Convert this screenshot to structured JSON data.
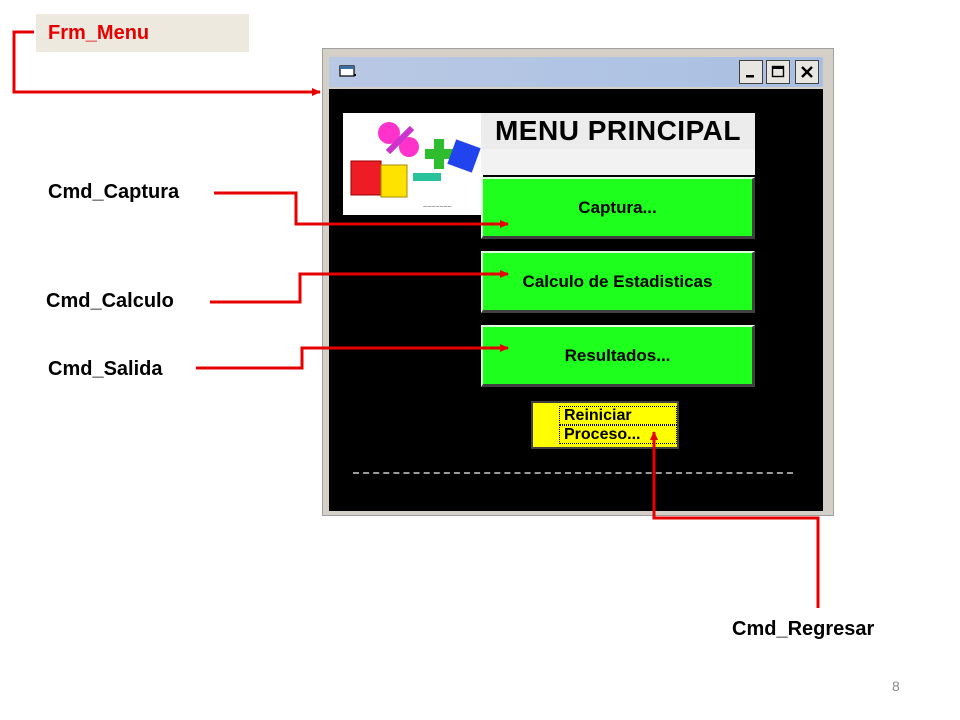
{
  "labels": {
    "form": "Frm_Menu",
    "captura": "Cmd_Captura",
    "calculo": "Cmd_Calculo",
    "salida": "Cmd_Salida",
    "regresar": "Cmd_Regresar"
  },
  "window": {
    "header_title": "MENU PRINCIPAL",
    "buttons": {
      "captura": "Captura...",
      "calculo": "Calculo de Estadisticas",
      "resultados": "Resultados...",
      "reiniciar_line1": "Reiniciar",
      "reiniciar_line2": "Proceso..."
    },
    "title_controls": [
      "minimize-icon",
      "maximize-icon",
      "close-icon"
    ]
  },
  "page_number": "8",
  "colors": {
    "callout_line": "#e60000",
    "form_background": "#000000",
    "green_button": "#1eff1e",
    "yellow_button": "#ffff00"
  }
}
